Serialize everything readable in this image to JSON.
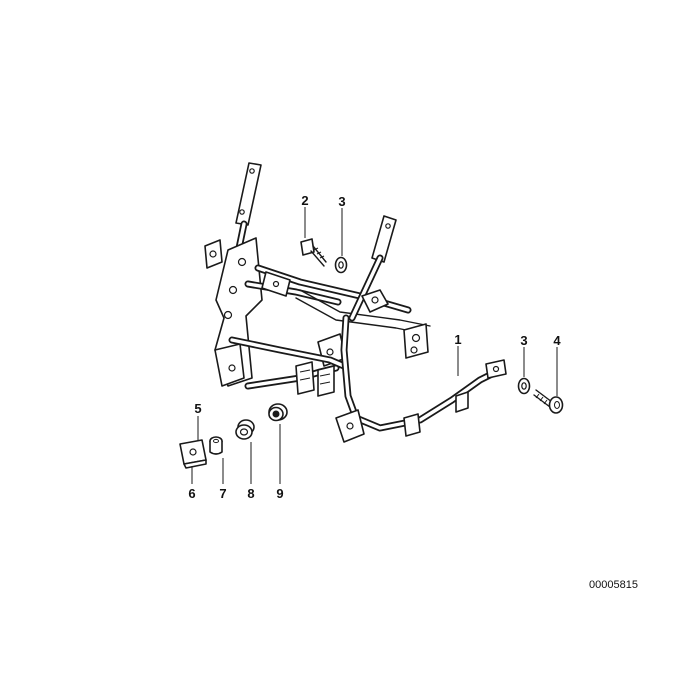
{
  "callouts": {
    "c1": "1",
    "c2": "2",
    "c3a": "3",
    "c3b": "3",
    "c4": "4",
    "c5": "5",
    "c6": "6",
    "c7": "7",
    "c8": "8",
    "c9": "9"
  },
  "doc_number": "00005815"
}
